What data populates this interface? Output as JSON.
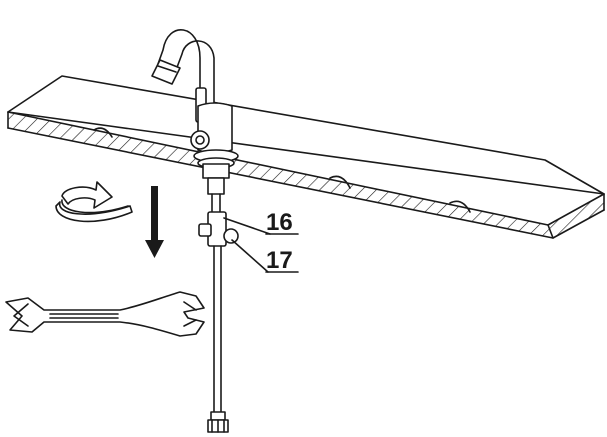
{
  "callouts": [
    {
      "id": "16",
      "label": "16"
    },
    {
      "id": "17",
      "label": "17"
    }
  ],
  "parts": {
    "faucet": "faucet-icon",
    "countertop": "countertop",
    "supply_hose": "supply-hose",
    "wrench": "wrench-icon",
    "rotation_arrow": "rotate-arrow-icon",
    "down_arrow": "down-arrow-icon"
  }
}
